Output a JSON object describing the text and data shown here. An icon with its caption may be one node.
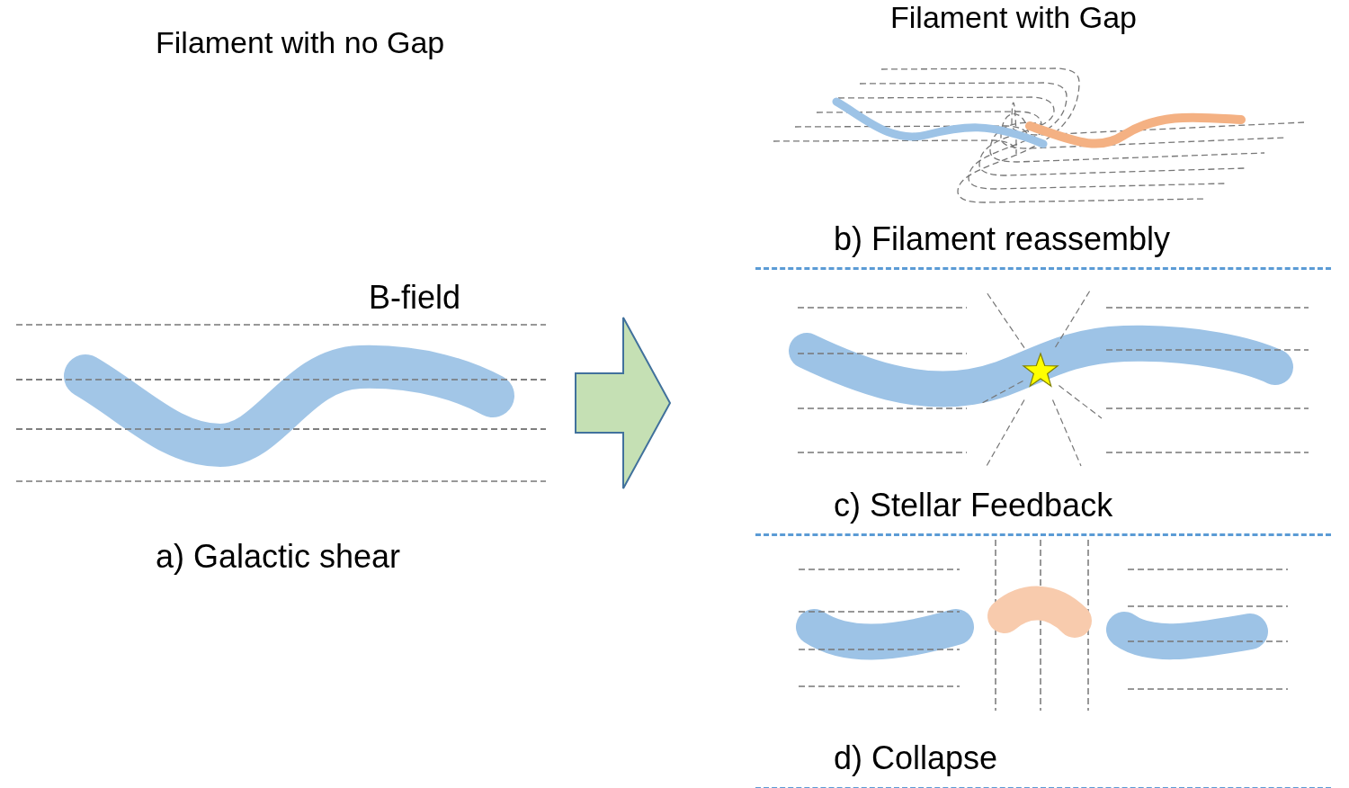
{
  "diagram": {
    "nodes": [
      {
        "text": [
          "Filament with no Gap",
          "B-field",
          "a) Galactic shear"
        ]
      },
      {
        "text": [
          "Filament with Gap"
        ]
      },
      {
        "text": [
          "b) Filament reassembly"
        ],
        "in": 1
      },
      {
        "text": [
          "c) Stellar Feedback"
        ],
        "in": 1
      },
      {
        "text": [
          "d) Collapse"
        ],
        "in": 1
      }
    ],
    "edges": [
      {
        "from": 0,
        "to": 1,
        "arrow": "to",
        "style": "thick",
        "color": "#c5e0b4"
      }
    ]
  }
}
